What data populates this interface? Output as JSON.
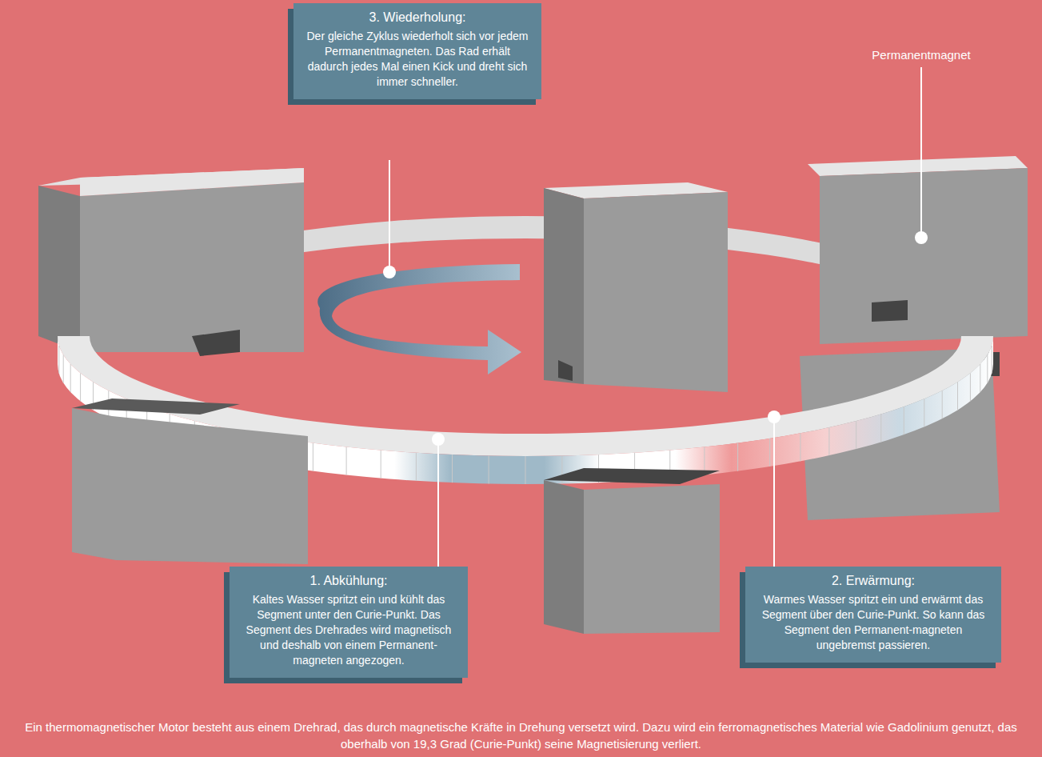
{
  "diagram": {
    "caption": "Ein thermomagnetischer Motor besteht aus einem Drehrad, das durch magnetische Kräfte in Drehung versetzt wird. Dazu wird ein ferromagnetisches Material wie Gadolinium genutzt, das oberhalb von 19,3 Grad (Curie-Punkt) seine Magnetisierung verliert.",
    "nodes": [
      {
        "text": [
          "3. Wiederholung:",
          "Der gleiche Zyklus wiederholt sich vor jedem Permanentmagneten. Das Rad erhält dadurch jedes Mal einen Kick und dreht sich immer schneller."
        ]
      },
      {
        "text": [
          "1. Abkühlung:",
          "Kaltes Wasser spritzt ein und kühlt das Segment unter den Curie-Punkt. Das Segment des Drehrades wird magnetisch und deshalb von einem Permanent-magneten angezogen."
        ]
      },
      {
        "text": [
          "2. Erwärmung:",
          "Warmes Wasser spritzt ein und erwärmt das Segment über den Curie-Punkt. So kann das Segment den Permanent-magneten ungebremst passieren."
        ]
      }
    ],
    "labels": [
      "Permanentmagnet"
    ]
  }
}
